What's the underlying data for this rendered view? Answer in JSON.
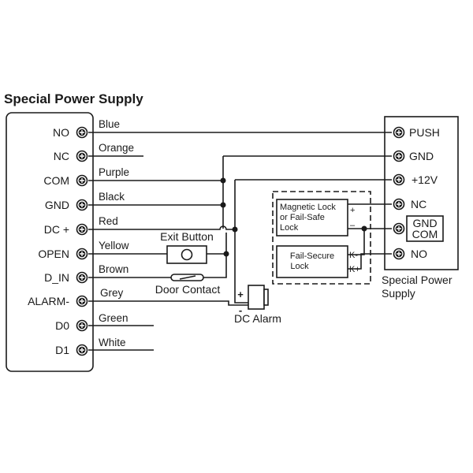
{
  "title": "Special Power Supply",
  "controller": {
    "terminals": [
      {
        "label": "NO",
        "wire": "Blue"
      },
      {
        "label": "NC",
        "wire": "Orange"
      },
      {
        "label": "COM",
        "wire": "Purple"
      },
      {
        "label": "GND",
        "wire": "Black"
      },
      {
        "label": "DC +",
        "wire": "Red"
      },
      {
        "label": "OPEN",
        "wire": "Yellow"
      },
      {
        "label": "D_IN",
        "wire": "Brown"
      },
      {
        "label": "ALARM-",
        "wire": "Grey"
      },
      {
        "label": "D0",
        "wire": "Green"
      },
      {
        "label": "D1",
        "wire": "White"
      }
    ]
  },
  "power_supply": {
    "caption_line1": "Special Power",
    "caption_line2": "Supply",
    "terminals": [
      "PUSH",
      "GND",
      "+12V",
      "NC",
      "GND",
      "NO"
    ],
    "gnd_com": {
      "line1": "GND",
      "line2": "COM"
    }
  },
  "components": {
    "exit_button": "Exit Button",
    "door_contact": "Door Contact",
    "dc_alarm": "DC Alarm",
    "alarm_plus": "+",
    "alarm_minus": "-",
    "mag_lock": {
      "line1": "Magnetic Lock",
      "line2": "or Fail-Safe",
      "line3": "Lock",
      "plus": "+",
      "minus": "–"
    },
    "fail_secure": {
      "line1": "Fail-Secure",
      "line2": "Lock",
      "k_minus": "K-",
      "k_plus": "K+"
    }
  }
}
